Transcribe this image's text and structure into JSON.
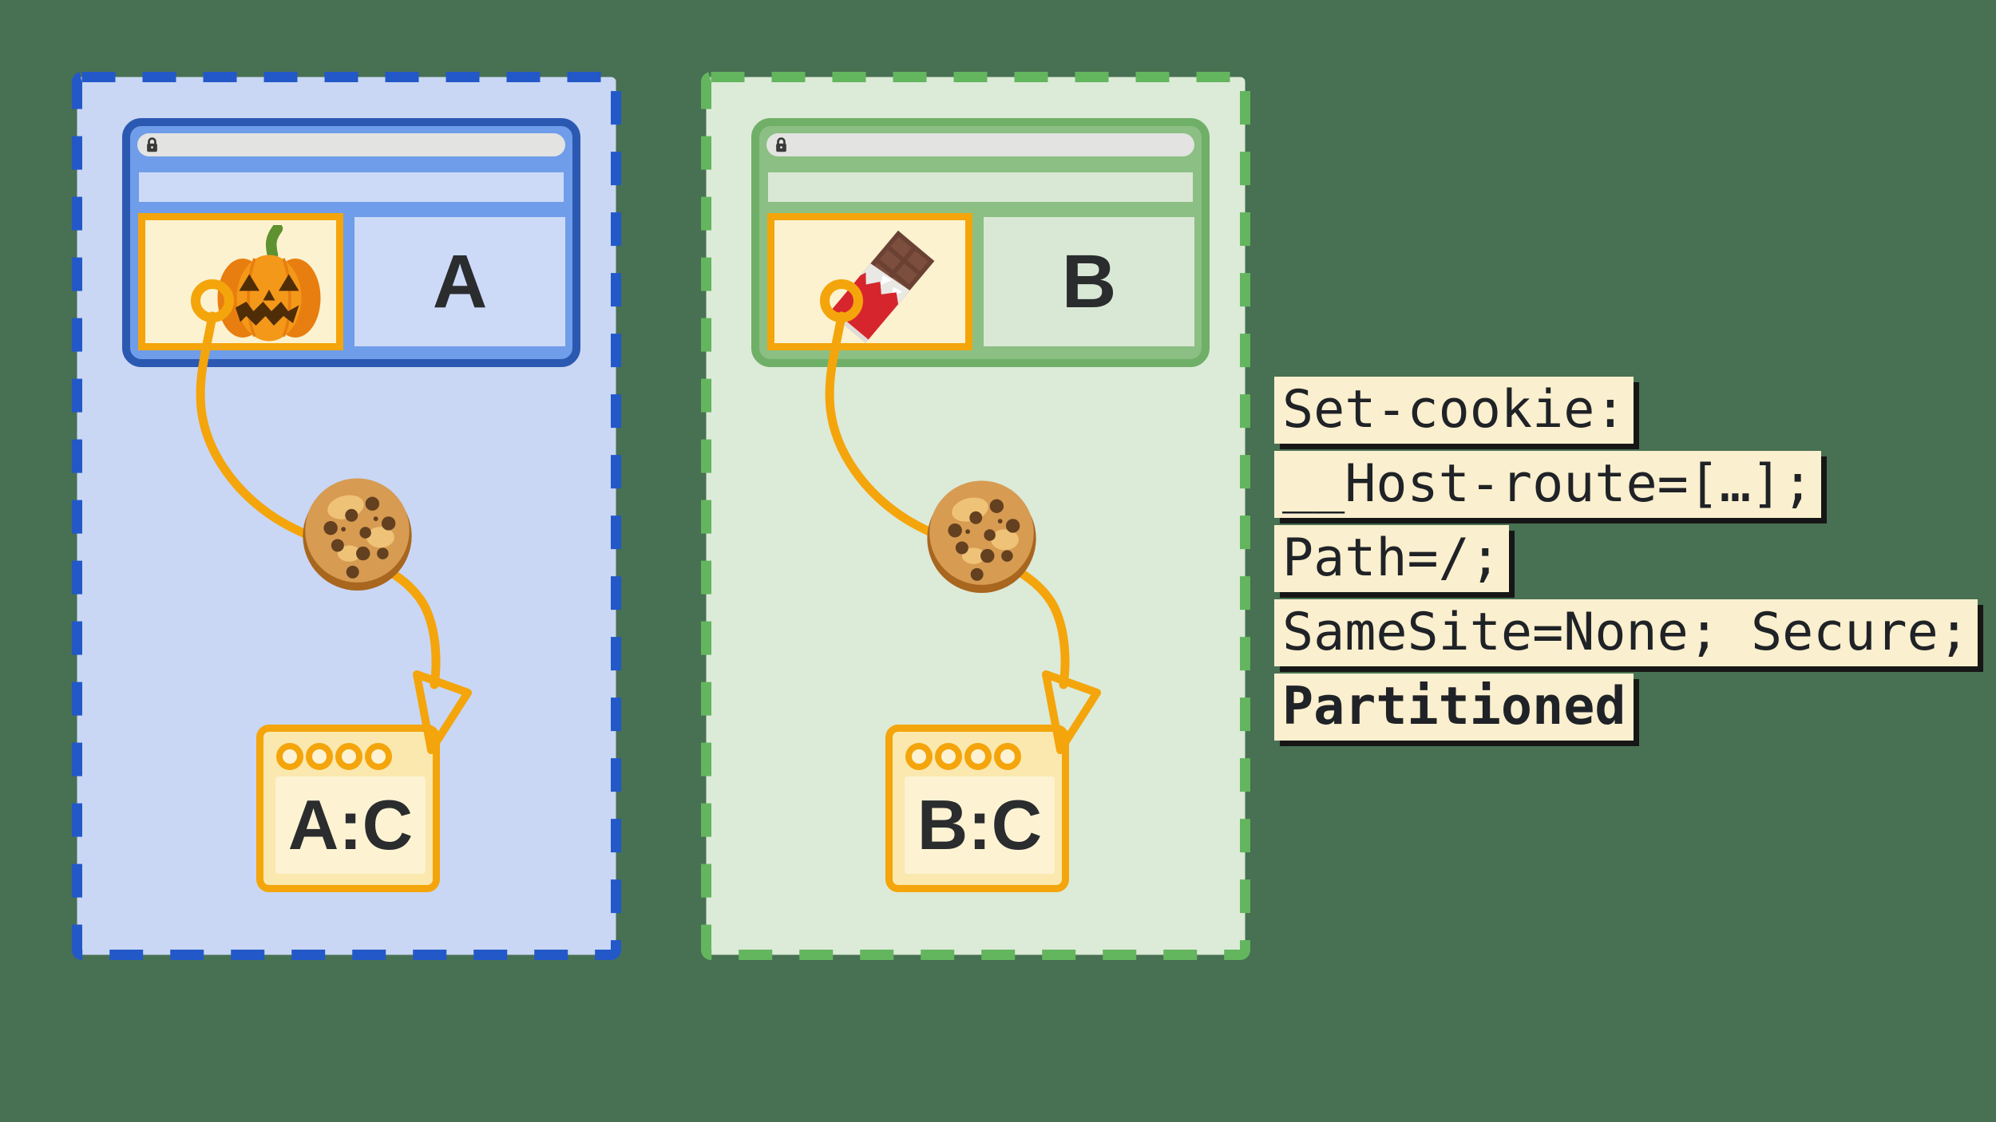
{
  "diagram_title": "partitioned-cookies-chips",
  "colors": {
    "background": "#487052",
    "blue_dash": "#2358C8",
    "blue_fill": "#C9D7F4",
    "blue_window_border": "#2B59B2",
    "blue_window_fill": "#6F9DE9",
    "blue_panel": "#CCDAF7",
    "green_dash": "#63B65E",
    "green_fill": "#DCEAD8",
    "green_window_border": "#6FAF67",
    "green_window_fill": "#8CBF83",
    "green_panel": "#D9E8D4",
    "orange": "#F4A50B",
    "iframe_fill": "#FCF2D0",
    "store_fill": "#FBE8AE",
    "store_inner": "#FDF3D3",
    "address_bar_fill": "#E3E3E1",
    "lock_color": "#3A3A3A",
    "letter_color": "#2A2C2E",
    "code_bg": "#FAEFCE",
    "code_text": "#1F2226",
    "shadow": "#161616"
  },
  "partition_a": {
    "site_label": "A",
    "partition_key_label": "A:C",
    "iframe_icon": "jack-o-lantern-icon"
  },
  "partition_b": {
    "site_label": "B",
    "partition_key_label": "B:C",
    "iframe_icon": "chocolate-bar-icon"
  },
  "icons": {
    "lock": "lock-icon",
    "cookie": "cookie-icon",
    "flow_arrow": "cookie-flow-arrow",
    "anchor_ring": "cookie-anchor-ring"
  },
  "code_block": {
    "lines": [
      {
        "text": "Set-cookie:",
        "bold": false
      },
      {
        "text": "__Host-route=[…];",
        "bold": false
      },
      {
        "text": "Path=/;",
        "bold": false
      },
      {
        "text": "SameSite=None; Secure;",
        "bold": false
      },
      {
        "text": "Partitioned",
        "bold": true
      }
    ]
  }
}
